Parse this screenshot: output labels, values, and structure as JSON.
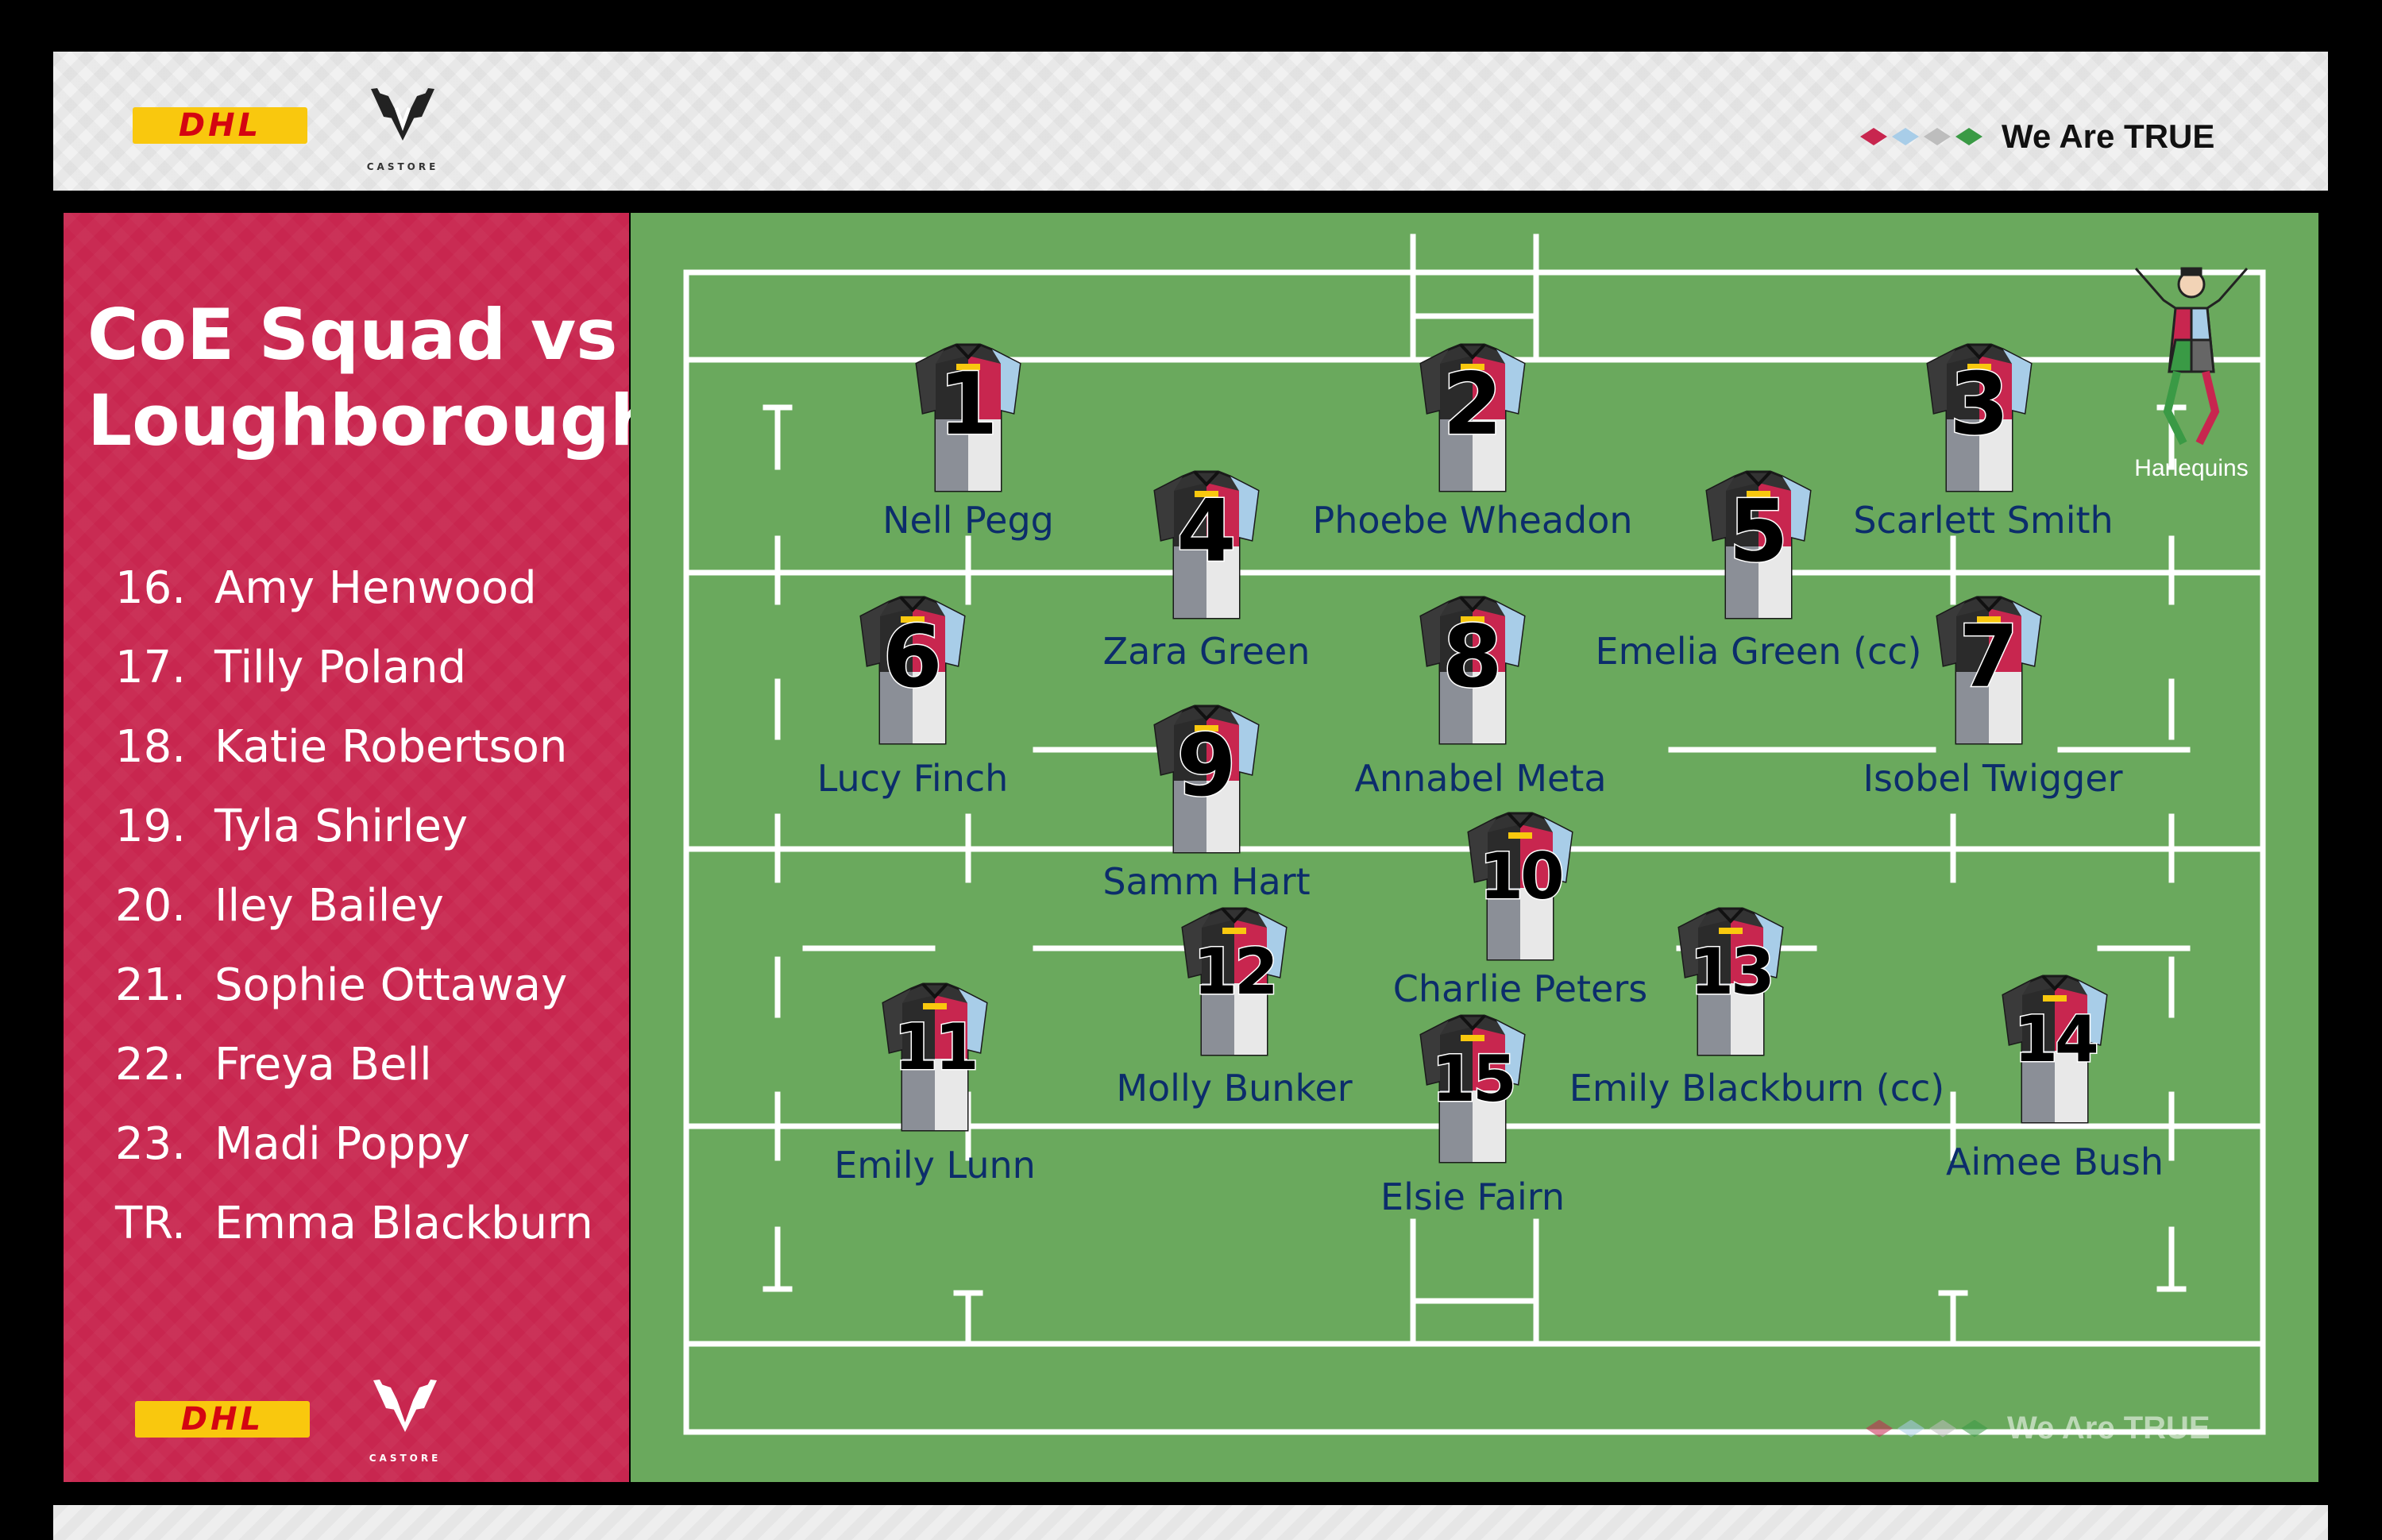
{
  "banner": {
    "sponsor_dhl": "DHL",
    "sponsor_castore": "CASTORE",
    "brand_tagline": "We Are TRUE",
    "brand_colors": [
      "#c8264f",
      "#a8cde8",
      "#bdbdbd",
      "#3a9a45"
    ]
  },
  "left_panel": {
    "title_line1": "CoE Squad vs",
    "title_line2": "Loughborough",
    "background": "#c8264f",
    "bench": [
      {
        "num": "16.",
        "name": "Amy Henwood"
      },
      {
        "num": "17.",
        "name": "Tilly Poland"
      },
      {
        "num": "18.",
        "name": "Katie Robertson"
      },
      {
        "num": "19.",
        "name": "Tyla Shirley"
      },
      {
        "num": "20.",
        "name": "Iley Bailey"
      },
      {
        "num": "21.",
        "name": "Sophie Ottaway"
      },
      {
        "num": "22.",
        "name": "Freya Bell"
      },
      {
        "num": "23.",
        "name": "Madi Poppy"
      },
      {
        "num": "TR.",
        "name": "Emma Blackburn"
      }
    ],
    "sponsor_dhl": "DHL",
    "sponsor_castore": "CASTORE"
  },
  "pitch": {
    "background": "#6aa95d",
    "club_name": "Harlequins",
    "watermark": "We Are TRUE",
    "players": [
      {
        "number": "1",
        "name": "Nell Pegg"
      },
      {
        "number": "2",
        "name": "Phoebe Wheadon"
      },
      {
        "number": "3",
        "name": "Scarlett Smith"
      },
      {
        "number": "4",
        "name": "Zara Green"
      },
      {
        "number": "5",
        "name": "Emelia Green (cc)"
      },
      {
        "number": "6",
        "name": "Lucy Finch"
      },
      {
        "number": "8",
        "name": "Annabel Meta"
      },
      {
        "number": "7",
        "name": "Isobel Twigger"
      },
      {
        "number": "9",
        "name": "Samm Hart"
      },
      {
        "number": "10",
        "name": "Charlie Peters"
      },
      {
        "number": "12",
        "name": "Molly Bunker"
      },
      {
        "number": "13",
        "name": "Emily Blackburn (cc)"
      },
      {
        "number": "11",
        "name": "Emily Lunn"
      },
      {
        "number": "15",
        "name": "Elsie Fairn"
      },
      {
        "number": "14",
        "name": "Aimee Bush"
      }
    ]
  }
}
